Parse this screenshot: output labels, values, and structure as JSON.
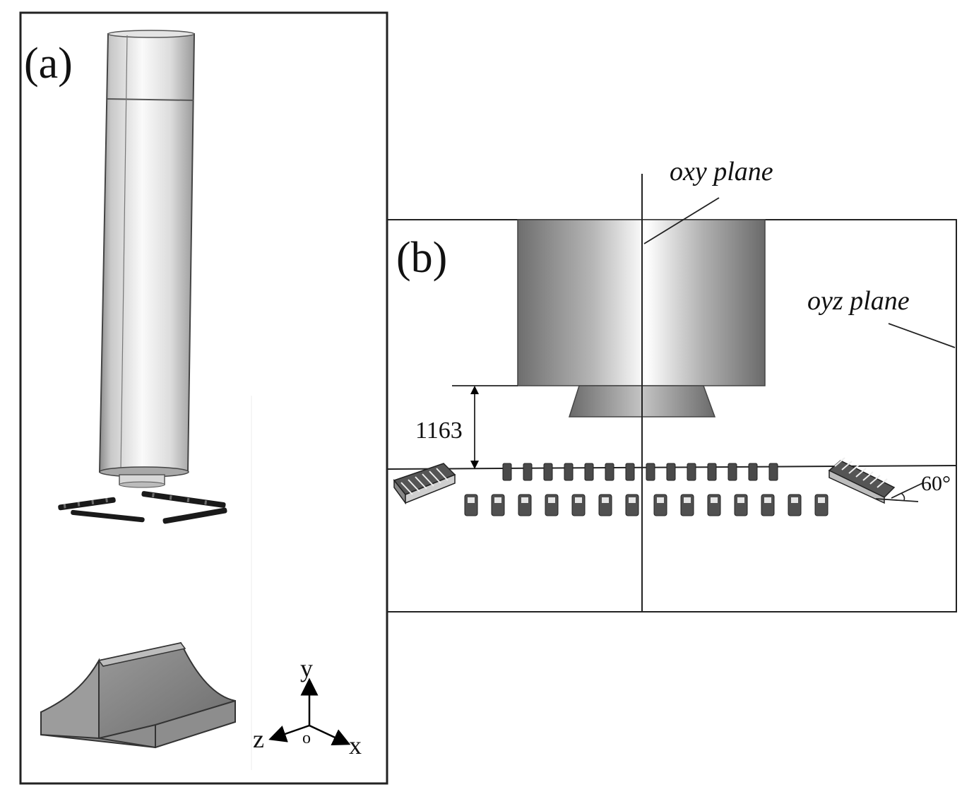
{
  "panel_a": {
    "label": "(a)",
    "axes": {
      "y": "y",
      "z": "z",
      "x": "x",
      "origin": "o"
    }
  },
  "panel_b": {
    "label": "(b)",
    "oxy_plane_label": "oxy plane",
    "oyz_plane_label": "oyz plane",
    "distance_label": "1163",
    "angle_label": "60°"
  }
}
